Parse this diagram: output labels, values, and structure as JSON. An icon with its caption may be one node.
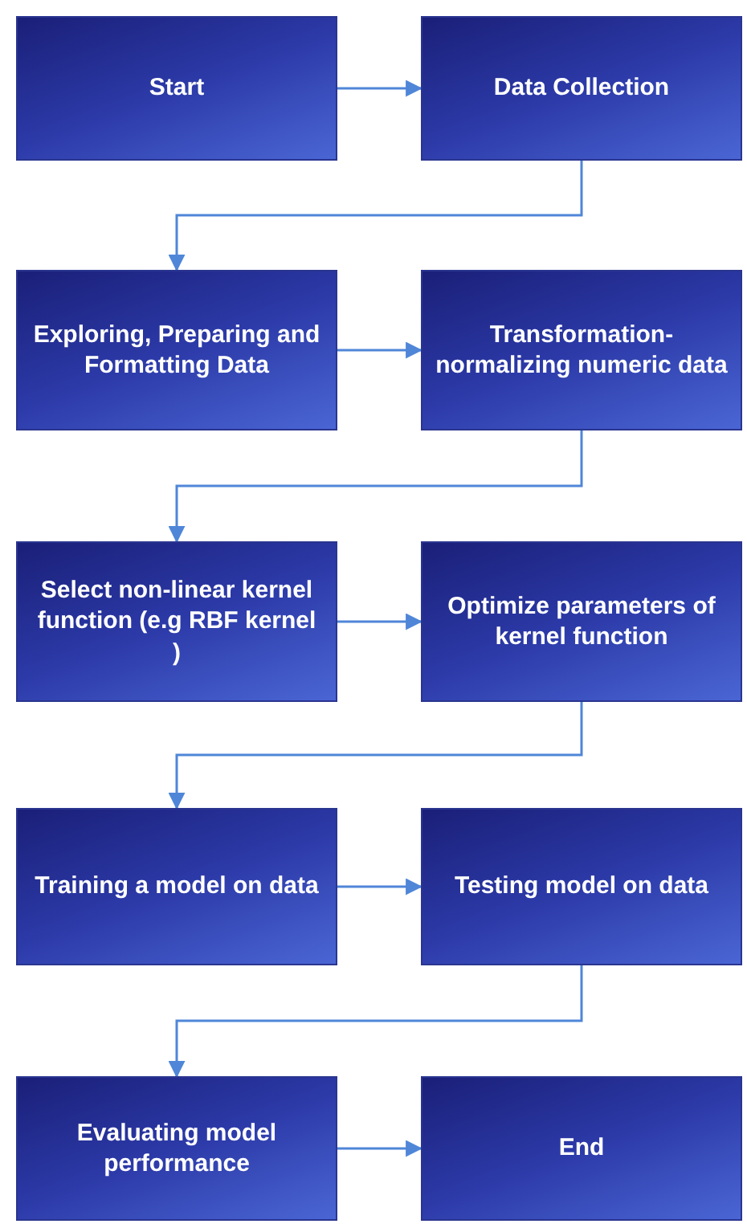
{
  "diagram": {
    "nodes": [
      {
        "text": [
          "Start"
        ]
      },
      {
        "text": [
          "Data Collection"
        ]
      },
      {
        "text": [
          "Exploring, Preparing and Formatting Data"
        ]
      },
      {
        "text": [
          "Transformation-normalizing numeric data"
        ]
      },
      {
        "text": [
          "Select non-linear kernel function (e.g RBF kernel )"
        ]
      },
      {
        "text": [
          "Optimize parameters of kernel function"
        ]
      },
      {
        "text": [
          "Training a model on data"
        ]
      },
      {
        "text": [
          "Testing model on data"
        ]
      },
      {
        "text": [
          "Evaluating model performance"
        ]
      },
      {
        "text": [
          "End"
        ]
      }
    ],
    "edges": [
      {
        "from": 0,
        "to": 1,
        "arrow": "to"
      },
      {
        "from": 1,
        "to": 2,
        "arrow": "to"
      },
      {
        "from": 2,
        "to": 3,
        "arrow": "to"
      },
      {
        "from": 3,
        "to": 4,
        "arrow": "to"
      },
      {
        "from": 4,
        "to": 5,
        "arrow": "to"
      },
      {
        "from": 5,
        "to": 6,
        "arrow": "to"
      },
      {
        "from": 6,
        "to": 7,
        "arrow": "to"
      },
      {
        "from": 7,
        "to": 8,
        "arrow": "to"
      },
      {
        "from": 8,
        "to": 9,
        "arrow": "to"
      }
    ]
  }
}
